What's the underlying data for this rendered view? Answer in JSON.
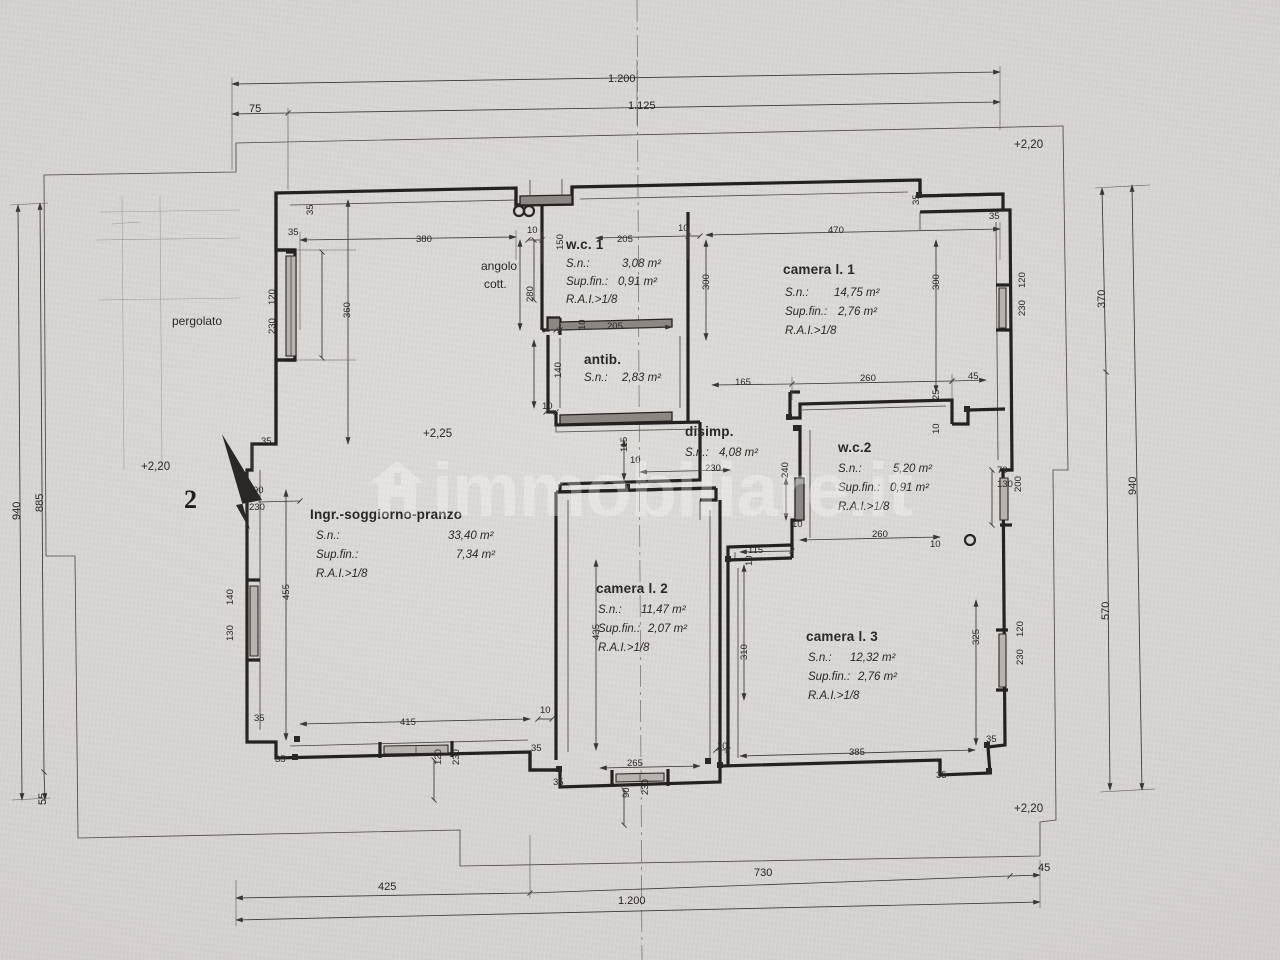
{
  "document": {
    "type": "architectural-floor-plan",
    "watermark": "immobiliare.it",
    "level_marker": "2"
  },
  "rooms": [
    {
      "key": "angolo_cott",
      "name": "angolo",
      "name2": "cott.",
      "lines": []
    },
    {
      "key": "wc1",
      "name": "w.c. 1",
      "sn_label": "S.n.:",
      "sn_value": "3,08 m²",
      "supfin_label": "Sup.fin.:",
      "supfin_value": "0,91 m²",
      "rai": "R.A.I.>1/8"
    },
    {
      "key": "antib",
      "name": "antib.",
      "sn_label": "S.n.:",
      "sn_value": "2,83 m²"
    },
    {
      "key": "camera1",
      "name": "camera l. 1",
      "sn_label": "S.n.:",
      "sn_value": "14,75 m²",
      "supfin_label": "Sup.fin.:",
      "supfin_value": "2,76 m²",
      "rai": "R.A.I.>1/8"
    },
    {
      "key": "disimp",
      "name": "disimp.",
      "sn_label": "S.n.:",
      "sn_value": "4,08 m²"
    },
    {
      "key": "wc2",
      "name": "w.c.2",
      "sn_label": "S.n.:",
      "sn_value": "5,20 m²",
      "supfin_label": "Sup.fin.:",
      "supfin_value": "0,91 m²",
      "rai": "R.A.I.>1/8"
    },
    {
      "key": "soggiorno",
      "name": "Ingr.-soggiorno-pranzo",
      "sn_label": "S.n.:",
      "sn_value": "33,40 m²",
      "supfin_label": "Sup.fin.:",
      "supfin_value": "7,34 m²",
      "rai": "R.A.I.>1/8"
    },
    {
      "key": "camera2",
      "name": "camera l. 2",
      "sn_label": "S.n.:",
      "sn_value": "11,47 m²",
      "supfin_label": "Sup.fin.:",
      "supfin_value": "2,07 m²",
      "rai": "R.A.I.>1/8"
    },
    {
      "key": "camera3",
      "name": "camera l. 3",
      "sn_label": "S.n.:",
      "sn_value": "12,32 m²",
      "supfin_label": "Sup.fin.:",
      "supfin_value": "2,76 m²",
      "rai": "R.A.I.>1/8"
    },
    {
      "key": "pergolato",
      "name": "pergolato"
    }
  ],
  "elevations": {
    "top_right": "+2,20",
    "left": "+2,20",
    "interior": "+2,25",
    "bottom_right": "+2,20"
  },
  "dimensions": {
    "top_outer": "1.200",
    "top_inner_left": "75",
    "top_inner": "1.125",
    "bottom_outer": "1.200",
    "bottom_left": "425",
    "bottom_right": "730",
    "bottom_far_right": "45",
    "left_outer": "940",
    "left_inner": "885",
    "left_small": "55",
    "right_top": "370",
    "right_outer": "940",
    "right_bottom": "570",
    "interior": [
      {
        "id": "d-35-tl",
        "text": "35"
      },
      {
        "id": "d-35-tl2",
        "text": "35"
      },
      {
        "id": "d-360-top",
        "text": "360"
      },
      {
        "id": "d-120-230-left",
        "text": "120"
      },
      {
        "id": "d-230-left",
        "text": "230"
      },
      {
        "id": "d-360-left",
        "text": "360"
      },
      {
        "id": "d-380",
        "text": "380"
      },
      {
        "id": "d-10-a",
        "text": "10"
      },
      {
        "id": "d-205-a",
        "text": "205"
      },
      {
        "id": "d-10-b",
        "text": "10"
      },
      {
        "id": "d-470",
        "text": "470"
      },
      {
        "id": "d-35-tr",
        "text": "35"
      },
      {
        "id": "d-35-tr2",
        "text": "35"
      },
      {
        "id": "d-150",
        "text": "150"
      },
      {
        "id": "d-280",
        "text": "280"
      },
      {
        "id": "d-300-top",
        "text": "300"
      },
      {
        "id": "d-300-right",
        "text": "300"
      },
      {
        "id": "d-120-tr",
        "text": "120"
      },
      {
        "id": "d-230-tr",
        "text": "230"
      },
      {
        "id": "d-10-c",
        "text": "10"
      },
      {
        "id": "d-205-b",
        "text": "205"
      },
      {
        "id": "d-140",
        "text": "140"
      },
      {
        "id": "d-10-d",
        "text": "10"
      },
      {
        "id": "d-165",
        "text": "165"
      },
      {
        "id": "d-260-a",
        "text": "260"
      },
      {
        "id": "d-45-a",
        "text": "45"
      },
      {
        "id": "d-25",
        "text": "25"
      },
      {
        "id": "d-10-e",
        "text": "10"
      },
      {
        "id": "d-115-a",
        "text": "115"
      },
      {
        "id": "d-10-f",
        "text": "10"
      },
      {
        "id": "d-230-mid",
        "text": "230"
      },
      {
        "id": "d-240",
        "text": "240"
      },
      {
        "id": "d-10-g",
        "text": "10"
      },
      {
        "id": "d-260-b",
        "text": "260"
      },
      {
        "id": "d-10-h",
        "text": "10"
      },
      {
        "id": "d-70",
        "text": "70"
      },
      {
        "id": "d-200",
        "text": "200"
      },
      {
        "id": "d-130-r",
        "text": "130"
      },
      {
        "id": "d-35-l",
        "text": "35"
      },
      {
        "id": "d-90",
        "text": "90"
      },
      {
        "id": "d-230-door",
        "text": "230"
      },
      {
        "id": "d-455",
        "text": "455"
      },
      {
        "id": "d-140-l",
        "text": "140"
      },
      {
        "id": "d-130-l",
        "text": "130"
      },
      {
        "id": "d-435",
        "text": "435"
      },
      {
        "id": "d-115-b",
        "text": "115"
      },
      {
        "id": "d-10-i",
        "text": "10"
      },
      {
        "id": "d-310",
        "text": "310"
      },
      {
        "id": "d-325",
        "text": "325"
      },
      {
        "id": "d-120-br",
        "text": "120"
      },
      {
        "id": "d-230-br",
        "text": "230"
      },
      {
        "id": "d-35-bl",
        "text": "35"
      },
      {
        "id": "d-35-bl2",
        "text": "35"
      },
      {
        "id": "d-415",
        "text": "415"
      },
      {
        "id": "d-120-b",
        "text": "120"
      },
      {
        "id": "d-230-b",
        "text": "230"
      },
      {
        "id": "d-10-j",
        "text": "10"
      },
      {
        "id": "d-35-b",
        "text": "35"
      },
      {
        "id": "d-35-b2",
        "text": "35"
      },
      {
        "id": "d-265",
        "text": "265"
      },
      {
        "id": "d-90-b",
        "text": "90"
      },
      {
        "id": "d-230-bb",
        "text": "230"
      },
      {
        "id": "d-10-k",
        "text": "10"
      },
      {
        "id": "d-385",
        "text": "385"
      },
      {
        "id": "d-35-brr",
        "text": "35"
      },
      {
        "id": "d-35-brr2",
        "text": "35"
      },
      {
        "id": "d-45-br",
        "text": "45"
      }
    ]
  }
}
